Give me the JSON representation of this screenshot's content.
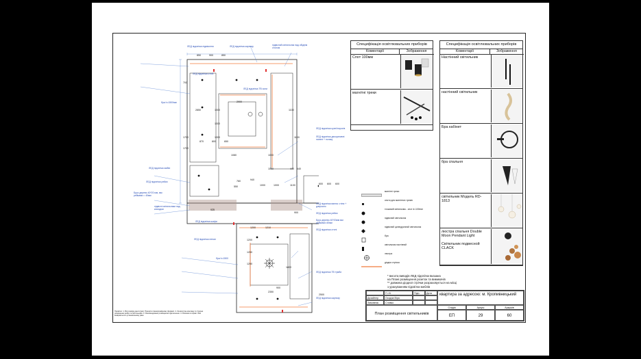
{
  "spec_left": {
    "title": "Специфікація освітлювальних приборів",
    "col_comment": "Коментарії",
    "col_image": "Зображення",
    "items": [
      {
        "name": "Спот 100мм",
        "icon": "spotlight-photo"
      },
      {
        "name": "магнітні треки",
        "icon": "magnetic-track-photo"
      }
    ]
  },
  "spec_right": {
    "title": "Специфікація освітлювальних приборів",
    "col_comment": "Коментарії",
    "col_image": "Зображення",
    "items": [
      {
        "name": "Настінний світильник",
        "icon": "wall-lamp-photo"
      },
      {
        "name": "настінний світильник",
        "icon": "wall-lamp-photo"
      },
      {
        "name": "Бра кабінет",
        "icon": "sconce-photo"
      },
      {
        "name": "бра спальня",
        "icon": "sconce-photo"
      },
      {
        "name": "світильник Модель RD-1813",
        "icon": "pendant-photo"
      },
      {
        "name": "люстра спальня Double Moon Pendant Light\n\nСвітильник подвесной CLACK",
        "icon": "chandelier-photo"
      }
    ]
  },
  "legend": [
    {
      "label": "магнітні треки",
      "sym": "track"
    },
    {
      "label": "споти для магнітних треків",
      "sym": "sq"
    },
    {
      "label": "точковий світильник - спот d=100mm",
      "sym": "dot"
    },
    {
      "label": "підвісний світильник",
      "sym": "dot"
    },
    {
      "label": "підвісний циліндричний світильник",
      "sym": "diamond"
    },
    {
      "label": "бра",
      "sym": "rect"
    },
    {
      "label": "світильник настінний",
      "sym": "wall"
    },
    {
      "label": "люстра",
      "sym": "chandelier"
    },
    {
      "label": "діодна стрічка",
      "sym": "strip"
    }
  ],
  "notes": {
    "line1": "* висота виводів ЛЕД підсвітки вказана",
    "line2": "на Плані розміщення розеток та вимикачів",
    "line3": "**  довжина діодної стрічки розраховується на місці",
    "line4": "з урахуванням підсвітки меблів"
  },
  "title_block": {
    "pib": "П.І.Б.",
    "sign": "Підп.",
    "date": "Дата",
    "designer_role": "Дизайнер",
    "designer_name": "Осадча Віра",
    "client_role": "Замовник",
    "client_name": "Сливко",
    "project": "квартира за адресою: м. Кропивницький",
    "sheet_title": "План розміщення світильників",
    "stage_h": "Стадія",
    "sheet_h": "Аркуш",
    "sheets_h": "Аркушів",
    "stage": "ЕП",
    "sheet": "29",
    "sheets": "60"
  },
  "plan": {
    "labels": [
      "ЛЕД підсвітка підвіконня",
      "ЛЕД підсвітка карнизу",
      "підвісний світильник над обіднім столом",
      "ЛЕД підсвітка стелі",
      "ЛЕД підсвітка ТВ зони",
      "бра h=1500мм",
      "ЛЕД підсвітка кухні/порогів",
      "ЛЕД підсвітка декоративні панелі + полиці",
      "ЛЕД підсвітка ямбиі",
      "ЛЕД підсвітка рейки",
      "Брус дерево 40*20 мм, мм рейками = 40мм",
      "підвісні світильники над комодом",
      "ЛЕД підсвітка ванна: стіни + дзеркало",
      "ЛЕД підсвітка рейки",
      "Брус дерево 40*20мм мм рейками=40мм",
      "ЛЕД підсвітка стелі",
      "ЛЕД підсвітка шафи",
      "ЛЕД підсвітка пенал",
      "бра h=1500",
      "ЛЕД підсвітка ТВ тумби",
      "ЛЕД підсвітка карнизу"
    ],
    "dims": [
      "850",
      "900",
      "850",
      "700",
      "1000",
      "1000",
      "1000",
      "1700",
      "870",
      "800",
      "650",
      "2900",
      "1000",
      "1000",
      "1100",
      "1000",
      "1000",
      "1100",
      "600",
      "600",
      "600",
      "900",
      "1200",
      "1210",
      "1200",
      "1800",
      "1200",
      "1200",
      "2350",
      "760",
      "940",
      "440",
      "440",
      "550",
      "900",
      "925",
      "1080",
      "1100",
      "1700",
      "2850",
      "2500"
    ]
  },
  "footnote": "Примітки: 1. Всі розміри дані в (мм). Позиції в повнорозмірному форматі. 2. За висотою монтажу зі сторони розміщення рейок та світильників. 3. Рекомендовано розміщення підключення. 4. Розмови в справі. Лінії виміряються в установленому рівні."
}
